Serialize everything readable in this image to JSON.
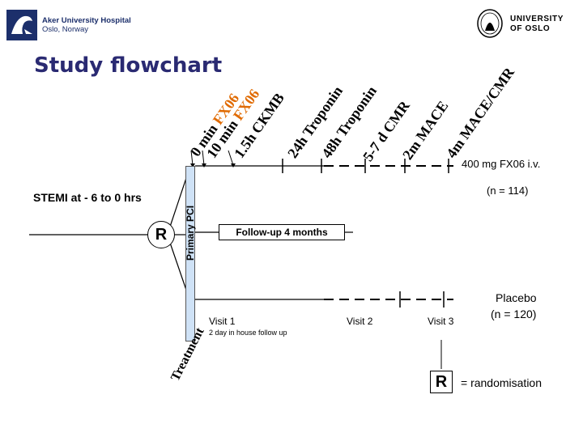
{
  "header": {
    "left_logo": {
      "line1": "Aker University Hospital",
      "line2": "Oslo, Norway"
    },
    "right_logo": {
      "line1": "UNIVERSITY",
      "line2": "OF OSLO"
    }
  },
  "title": "Study flowchart",
  "timepoints": [
    {
      "text": "0 min",
      "color": "#000000"
    },
    {
      "text": "FX06",
      "color": "#e06a00"
    },
    {
      "text": "10 min",
      "color": "#000000"
    },
    {
      "text": "FX06",
      "color": "#e06a00"
    },
    {
      "text": "1.5h CKMB",
      "color": "#000000"
    },
    {
      "text": "24h Troponin",
      "color": "#000000"
    },
    {
      "text": "48h Troponin",
      "color": "#000000"
    },
    {
      "text": "5-7 d CMR",
      "color": "#000000"
    },
    {
      "text": "2m MACE",
      "color": "#000000"
    },
    {
      "text": "4m MACE/CMR",
      "color": "#000000"
    }
  ],
  "labels": {
    "stemi": "STEMI at - 6 to 0 hrs",
    "primary_pci": "Primary PCI",
    "randomize_symbol": "R",
    "fx06_arm": "400 mg FX06 i.v.",
    "fx06_n": "(n = 114)",
    "followup": "Follow-up 4 months",
    "placebo": "Placebo",
    "placebo_n": "(n = 120)",
    "visit1": "Visit 1",
    "visit1_note": "2 day in house follow up",
    "visit2": "Visit 2",
    "visit3": "Visit 3",
    "treatment": "Treatment",
    "legend_symbol": "R",
    "legend_text": "= randomisation"
  }
}
